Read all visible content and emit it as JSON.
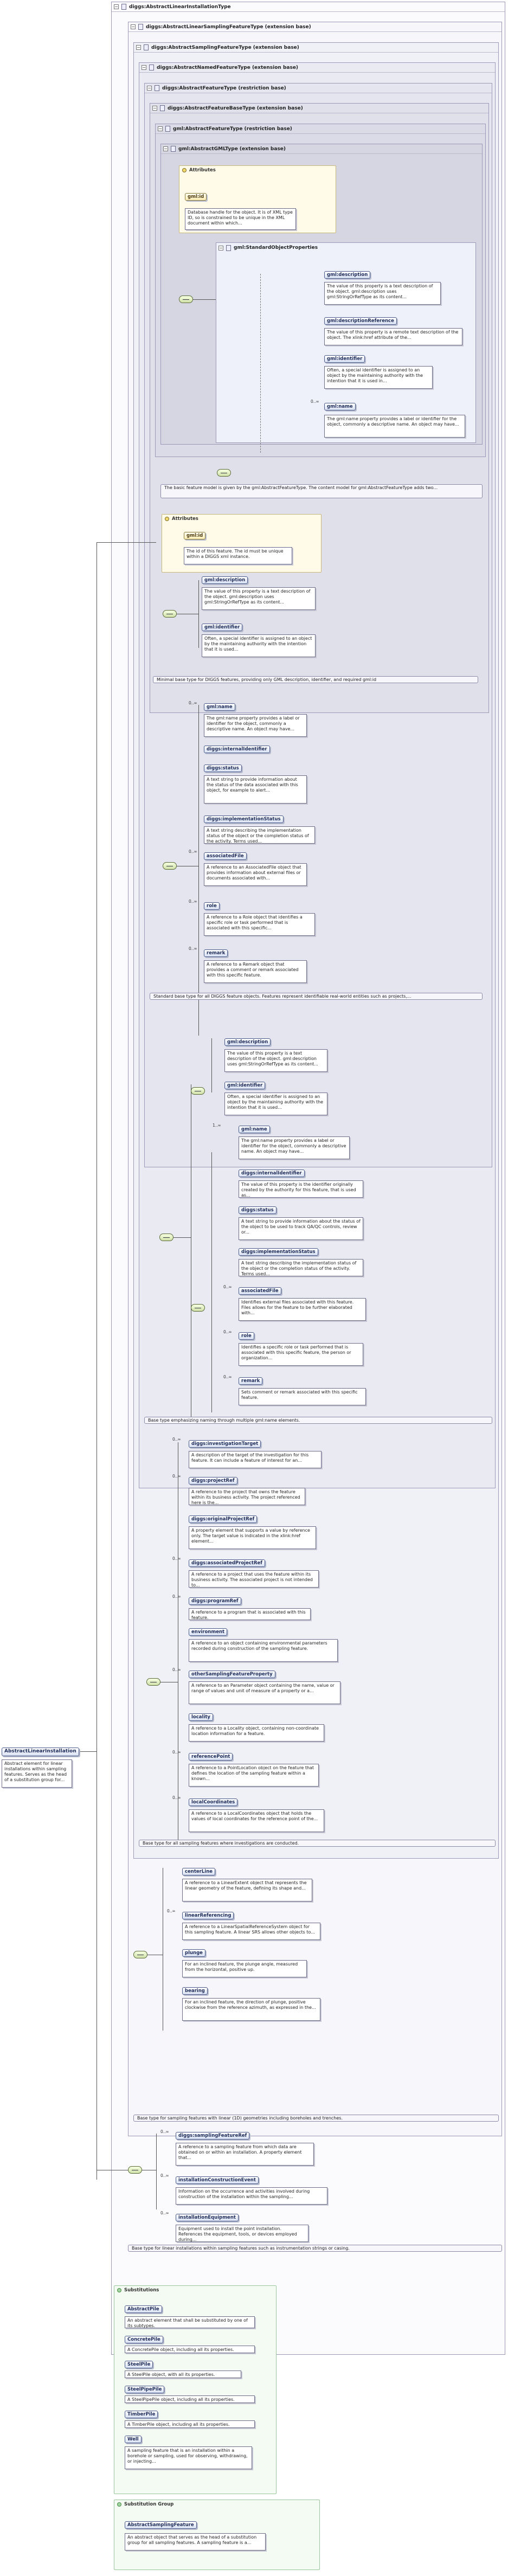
{
  "panels": [
    "diggs:AbstractLinearInstallationType",
    "diggs:AbstractLinearSamplingFeatureType (extension base)",
    "diggs:AbstractSamplingFeatureType (extension base)",
    "diggs:AbstractNamedFeatureType (extension base)",
    "diggs:AbstractFeatureType (restriction base)",
    "diggs:AbstractFeatureBaseType (extension base)",
    "gml:AbstractFeatureType (restriction base)",
    "gml:AbstractGMLType (extension base)"
  ],
  "gml_attributes": {
    "title": "Attributes",
    "gmlid": "gml:id",
    "gmlid_desc": "Database handle for the object. It is of XML type ID, so is constrained to be unique in the XML document within which..."
  },
  "std_group": {
    "title": "gml:StandardObjectProperties",
    "items": [
      {
        "name": "gml:description",
        "desc": "The value of this property is a text description of the object. gml:description uses gml:StringOrRefType as its content..."
      },
      {
        "name": "gml:descriptionReference",
        "desc": "The value of this property is a remote text description of the object. The xlink:href attribute of the..."
      },
      {
        "name": "gml:identifier",
        "desc": "Often, a special identifier is assigned to an object by the maintaining authority with the intention that it is used in..."
      },
      {
        "name": "gml:name",
        "card": "0..∞",
        "desc": "The gml:name property provides a label or identifier for the object, commonly a descriptive name. An object may have..."
      }
    ]
  },
  "note_feature_type": "The basic feature model is given by the gml:AbstractFeatureType. The content model for gml:AbstractFeatureType adds two...",
  "diggs_attributes": {
    "title": "Attributes",
    "gmlid": "gml:id",
    "gmlid_desc": "The id of this feature. The id must be unique within a DIGGS xml instance."
  },
  "base_items": [
    {
      "name": "gml:description",
      "desc": "The value of this property is a text description of the object. gml:description uses gml:StringOrRefType as its content..."
    },
    {
      "name": "gml:identifier",
      "desc": "Often, a special identifier is assigned to an object by the maintaining authority with the intention that it is used..."
    }
  ],
  "note_base": "Minimal base type for DIGGS features, providing only GML description, identifier, and required gml:id",
  "feature_items": [
    {
      "name": "gml:name",
      "card": "0..∞",
      "desc": "The gml:name property provides a label or identifier for the object, commonly a descriptive name. An object may have..."
    },
    {
      "name": "diggs:internalIdentifier",
      "desc": ""
    },
    {
      "name": "diggs:status",
      "card": "",
      "desc": "A text string to provide information about the status of the data associated with this object, for example to alert..."
    },
    {
      "name": "diggs:implementationStatus",
      "card": "",
      "desc": "A text string describing the implementation status of the object or the completion status of the activity. Terms used..."
    },
    {
      "name": "associatedFile",
      "card": "0..∞",
      "desc": "A reference to an AssociatedFile object that provides information about external files or documents associated with..."
    },
    {
      "name": "role",
      "card": "0..∞",
      "desc": "A reference to a Role object that identifies a specific role or task performed that is associated with this specific..."
    },
    {
      "name": "remark",
      "card": "0..∞",
      "desc": "A reference to a Remark object that provides a comment or remark associated with this specific feature."
    }
  ],
  "note_feature": "Standard base type for all DIGGS feature objects. Features represent identifiable real-world entities such as projects,...",
  "named_items": [
    {
      "name": "gml:description",
      "desc": "The value of this property is a text description of the object. gml:description uses gml:StringOrRefType as its content..."
    },
    {
      "name": "gml:identifier",
      "desc": "Often, a special identifier is assigned to an object by the maintaining authority with the intention that it is used..."
    },
    {
      "name": "gml:name",
      "card": "1..∞",
      "desc": "The gml:name property provides a label or identifier for the object, commonly a descriptive name. An object may have..."
    },
    {
      "name": "diggs:internalIdentifier",
      "desc": "The value of this property is the identifier originally created by the authority for this feature, that is used as..."
    },
    {
      "name": "diggs:status",
      "desc": "A text string to provide information about the status of the object to be used to track QA/QC controls, review or..."
    },
    {
      "name": "diggs:implementationStatus",
      "desc": "A text string describing the implementation status of the object or the completion status of the activity. Terms used..."
    },
    {
      "name": "associatedFile",
      "card": "0..∞",
      "desc": "Identifies external files associated with this feature. Files allows for the feature to be further elaborated with..."
    },
    {
      "name": "role",
      "card": "0..∞",
      "desc": "Identifies a specific role or task performed that is associated with this specific feature, the person or organization..."
    },
    {
      "name": "remark",
      "card": "0..∞",
      "desc": "Sets comment or remark associated with this specific feature."
    }
  ],
  "note_named": "Base type emphasizing naming through multiple gml:name elements.",
  "sampling_items": [
    {
      "name": "diggs:investigationTarget",
      "card": "0..∞",
      "desc": "A description of the target of the investigation for this feature. It can include a feature of interest for an..."
    },
    {
      "name": "diggs:projectRef",
      "card": "0..∞",
      "desc": "A reference to the project that owns the feature within its business activity. The project referenced here is the..."
    },
    {
      "name": "diggs:originalProjectRef",
      "desc": "A property element that supports a value by reference only. The target value is indicated in the xlink:href element..."
    },
    {
      "name": "diggs:associatedProjectRef",
      "card": "0..∞",
      "desc": "A reference to a project that uses the feature within its business activity. The associated project is not intended to..."
    },
    {
      "name": "diggs:programRef",
      "card": "0..∞",
      "desc": "A reference to a program that is associated with this feature."
    },
    {
      "name": "environment",
      "desc": "A reference to an object containing environmental parameters recorded during construction of the sampling feature."
    },
    {
      "name": "otherSamplingFeatureProperty",
      "card": "0..∞",
      "desc": "A reference to an Parameter object containing the name, value or range of values and unit of measure of a property or a..."
    },
    {
      "name": "locality",
      "desc": "A reference to a Locality object, containing non-coordinate location information for a feature."
    },
    {
      "name": "referencePoint",
      "card": "0..∞",
      "desc": "A reference to a PointLocation object on the feature that defines the location of the sampling feature within a known..."
    },
    {
      "name": "localCoordinates",
      "card": "0..∞",
      "desc": "A reference to a LocalCoordinates object that holds the values of local coordinates for the reference point of the..."
    }
  ],
  "note_sampling": "Base type for all sampling features where investigations are conducted.",
  "linear_items": [
    {
      "name": "centerLine",
      "desc": "A reference to a LinearExtent object that represents the linear geometry of the feature, defining its shape and..."
    },
    {
      "name": "linearReferencing",
      "card": "0..∞",
      "desc": "A reference to a LinearSpatialReferenceSystem object for this sampling feature. A linear SRS allows other objects to..."
    },
    {
      "name": "plunge",
      "desc": "For an inclined feature, the plunge angle, measured from the horizontal, positive up."
    },
    {
      "name": "bearing",
      "desc": "For an inclined feature, the direction of plunge, positive clockwise from the reference azimuth, as expressed in the..."
    }
  ],
  "note_linear": "Base type for sampling features with linear (1D) geometries including boreholes and trenches.",
  "install_items": [
    {
      "name": "diggs:samplingFeatureRef",
      "card": "0..∞",
      "desc": "A reference to a sampling feature from which data are obtained on or within an installation. A property element that..."
    },
    {
      "name": "installationConstructionEvent",
      "card": "0..∞",
      "desc": "Information on the occurrence and activities involved during construction of the installation within the sampling..."
    },
    {
      "name": "installationEquipment",
      "card": "0..∞",
      "desc": "Equipment used to install the point installation. References the equipment, tools, or devices employed during..."
    }
  ],
  "note_install": "Base type for linear installations within sampling features such as instrumentation strings or casing.",
  "root": {
    "name": "AbstractLinearInstallation",
    "desc": "Abstract element for linear installations within sampling features. Serves as the head of a substitution group for..."
  },
  "substitutions": {
    "title": "Substitutions",
    "items": [
      {
        "name": "AbstractPile",
        "desc": "An abstract element that shall be substituted by one of its subtypes."
      },
      {
        "name": "ConcretePile",
        "desc": "A ConcretePile object, including all its properties."
      },
      {
        "name": "SteelPile",
        "desc": "A SteelPile object, with all its properties."
      },
      {
        "name": "SteelPipePile",
        "desc": "A SteelPipePile object, including all its properties."
      },
      {
        "name": "TimberPile",
        "desc": "A TimberPile object, including all its properties."
      },
      {
        "name": "Well",
        "desc": "A sampling feature that is an installation within a borehole or sampling, used for observing, withdrawing, or injecting..."
      }
    ]
  },
  "substitution_group": {
    "title": "Substitution Group",
    "name": "AbstractSamplingFeature",
    "desc": "An abstract object that serves as the head of a substitution group for all sampling features. A sampling feature is a..."
  }
}
